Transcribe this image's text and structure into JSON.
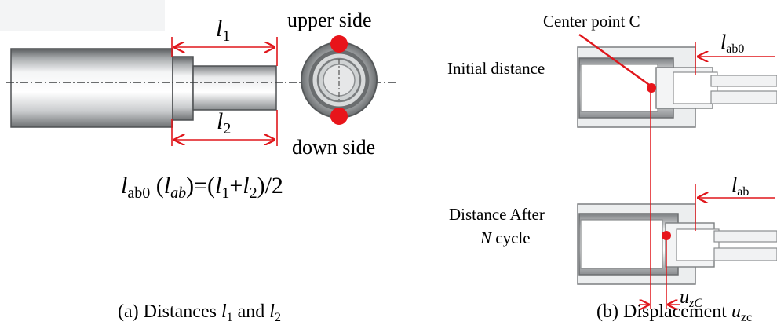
{
  "panel_a": {
    "l1": "l",
    "l1_sub": "1",
    "l2": "l",
    "l2_sub": "2",
    "upper_side": "upper side",
    "down_side": "down side",
    "formula": {
      "l": "l",
      "ab0": "ab0",
      "paren_open": " (",
      "l_italic": "l",
      "ab_italic": "ab",
      "paren_close": ")=(",
      "l1": "l",
      "sub1": "1",
      "plus": "+",
      "l2": "l",
      "sub2": "2",
      "tail": ")/2"
    },
    "caption": {
      "prefix": "(a) Distances ",
      "l1": "l",
      "sub1": "1",
      "and": " and ",
      "l2": "l",
      "sub2": "2"
    }
  },
  "panel_b": {
    "center_point": "Center point C",
    "initial_distance": "Initial distance",
    "l_ab0": "l",
    "l_ab0_sub": "ab0",
    "l_ab": "l",
    "l_ab_sub": "ab",
    "distance_after_line1": "Distance After",
    "distance_after_N": "N",
    "distance_after_cycle": " cycle",
    "u_zC": "u",
    "u_zC_sub": "zC",
    "caption": {
      "prefix": "(b) Displacement ",
      "u": "u",
      "sub": "zc"
    }
  },
  "colors": {
    "annotation_red": "#e0161b",
    "marker_red": "#e8141a",
    "steel_dark": "#5d6062",
    "steel_light": "#eef0f1"
  }
}
